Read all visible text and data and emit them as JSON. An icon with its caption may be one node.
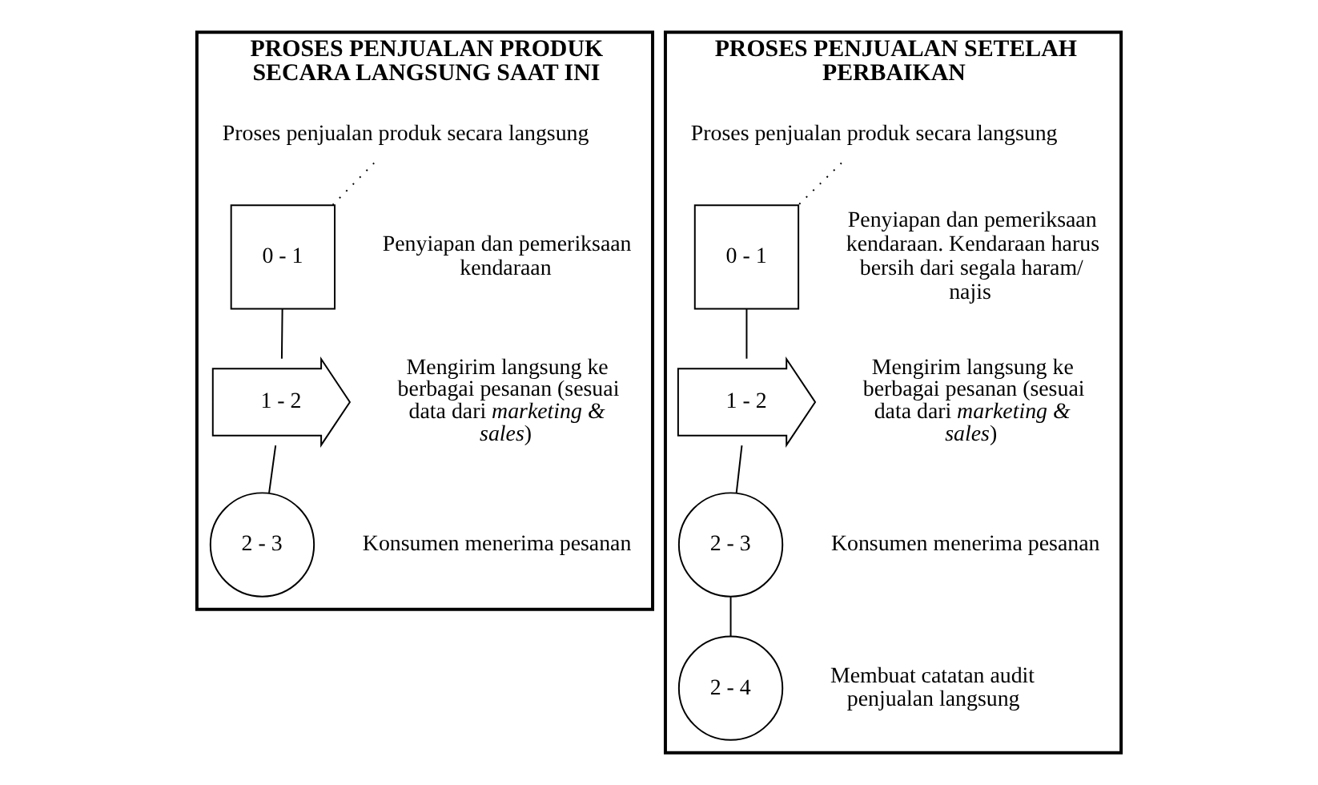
{
  "diagram": {
    "nodes": [
      {
        "text": [
          "PROSES PENJUALAN PRODUK SECARA LANGSUNG SAAT INI"
        ]
      },
      {
        "text": [
          "Proses penjualan produk secara langsung"
        ],
        "in": 0
      },
      {
        "text": [
          "0 - 1"
        ],
        "beside": [
          "Penyiapan dan pemeriksaan kendaraan"
        ],
        "in": 0
      },
      {
        "text": [
          "1 - 2"
        ],
        "beside": [
          "Mengirim langsung ke berbagai pesanan (sesuai data dari *marketing & sales*)"
        ],
        "in": 0
      },
      {
        "text": [
          "2 - 3"
        ],
        "beside": [
          "Konsumen menerima pesanan"
        ],
        "in": 0
      },
      {
        "text": [
          "PROSES PENJUALAN SETELAH PERBAIKAN"
        ]
      },
      {
        "text": [
          "Proses penjualan produk secara langsung"
        ],
        "in": 5
      },
      {
        "text": [
          "0 - 1"
        ],
        "beside": [
          "Penyiapan dan pemeriksaan kendaraan. Kendaraan harus bersih dari segala haram/ najis"
        ],
        "in": 5
      },
      {
        "text": [
          "1 - 2"
        ],
        "beside": [
          "Mengirim langsung ke berbagai pesanan (sesuai data dari *marketing & sales*)"
        ],
        "in": 5
      },
      {
        "text": [
          "2 - 3"
        ],
        "beside": [
          "Konsumen menerima pesanan"
        ],
        "in": 5
      },
      {
        "text": [
          "2 - 4"
        ],
        "beside": [
          "Membuat catatan audit penjualan langsung"
        ],
        "in": 5
      }
    ],
    "edges": [
      {
        "from": 1,
        "to": 2,
        "arrow": "none",
        "style": "dashed"
      },
      {
        "from": 2,
        "to": 3,
        "arrow": "none"
      },
      {
        "from": 3,
        "to": 4,
        "arrow": "none"
      },
      {
        "from": 6,
        "to": 7,
        "arrow": "none",
        "style": "dashed"
      },
      {
        "from": 7,
        "to": 8,
        "arrow": "none"
      },
      {
        "from": 8,
        "to": 9,
        "arrow": "none"
      },
      {
        "from": 9,
        "to": 10,
        "arrow": "none"
      }
    ]
  }
}
